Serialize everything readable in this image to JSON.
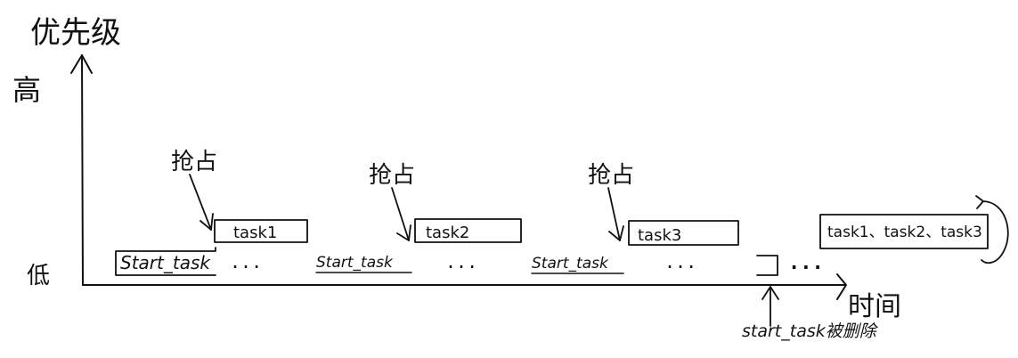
{
  "axes": {
    "y_title": "优先级",
    "y_high": "高",
    "y_low": "低",
    "x_title": "时间"
  },
  "preempt_labels": [
    "抢占",
    "抢占",
    "抢占"
  ],
  "start_task_labels": [
    "Start_task",
    "Start_task",
    "Start_task"
  ],
  "tasks": [
    "task1",
    "task2",
    "task3"
  ],
  "ellipses": [
    "...",
    "...",
    "...",
    "..."
  ],
  "final_box": "task1、task2、task3",
  "deleted_note": "start_task被删除",
  "colors": {
    "ink": "#111111",
    "background": "#ffffff"
  }
}
